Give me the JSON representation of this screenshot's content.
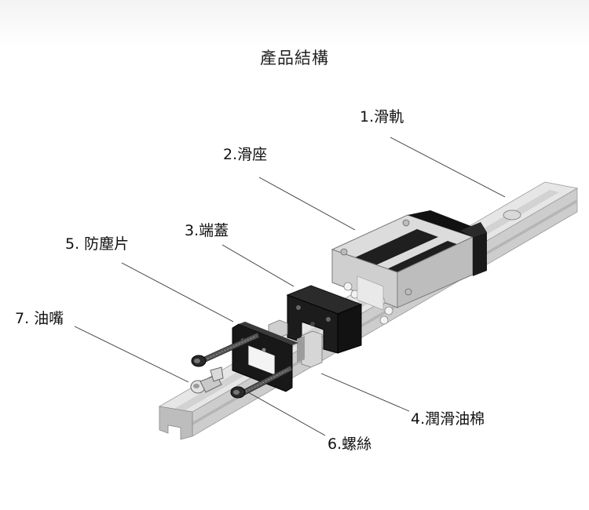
{
  "title": "產品結構",
  "labels": {
    "rail": "1.滑軌",
    "block": "2.滑座",
    "end_cap": "3.端蓋",
    "lube_pad": "4.潤滑油棉",
    "seal": "5. 防塵片",
    "screw": "6.螺絲",
    "grease_nipple": "7. 油嘴"
  },
  "colors": {
    "rail_light": "#e4e4e4",
    "rail_mid": "#cfcfcf",
    "rail_dark": "#a9a9a9",
    "block_black": "#1b1b1b",
    "leader_line": "#333333"
  }
}
